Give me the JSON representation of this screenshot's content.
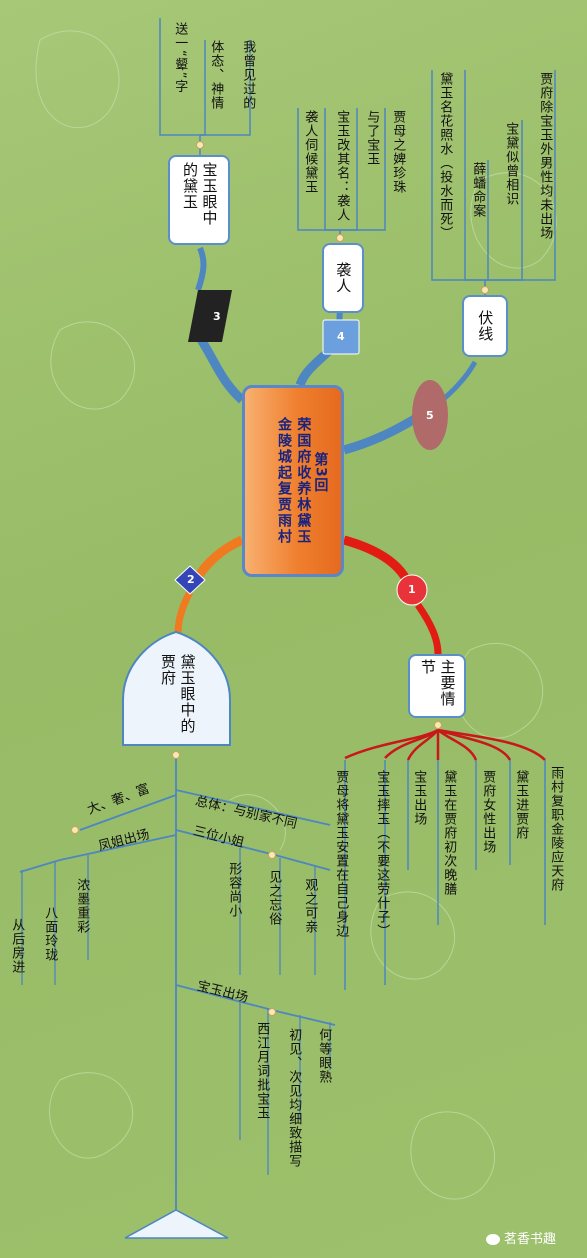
{
  "central": {
    "line1": "第3回",
    "line2": "金陵城起复贾雨村",
    "line3": "荣国府收养林黛玉"
  },
  "branch1": {
    "number": "1",
    "title": "主要情节",
    "items": [
      "雨村复职金陵应天府",
      "黛玉进贾府",
      "贾府女性出场",
      "黛玉在贾府初次晚膳",
      "宝玉出场",
      "宝玉摔玉（不要这劳什子）",
      "贾母将黛玉安置在自己身边"
    ]
  },
  "branch2": {
    "number": "2",
    "title": "黛玉眼中的贾府",
    "items": {
      "overall": {
        "label": "总体：与别家不同",
        "sub": "大、奢、富"
      },
      "sisters": {
        "label": "三位小姐",
        "children": [
          "观之可亲",
          "见之忘俗",
          "形容尚小"
        ]
      },
      "fengjie": {
        "label": "凤姐出场",
        "children": [
          "浓墨重彩",
          "八面玲珑",
          "从后房进"
        ]
      },
      "baoyu": {
        "label": "宝玉出场",
        "children": [
          "何等眼熟",
          "初见、次见均细致描写",
          "西江月词批宝玉"
        ]
      }
    }
  },
  "branch3": {
    "number": "3",
    "title": "宝玉眼中的黛玉",
    "items": [
      "我曾见过的",
      "体态、神情",
      "送一“颦”字"
    ]
  },
  "branch4": {
    "number": "4",
    "title": "袭人",
    "items": [
      "贾母之婢珍珠",
      "与了宝玉",
      "宝玉改其名：袭人",
      "袭人伺候黛玉"
    ]
  },
  "branch5": {
    "number": "5",
    "title": "伏线",
    "items": [
      "贾府除宝玉外男性均未出场",
      "宝黛似曾相识",
      "薛蟠命案",
      "黛玉名花照水（投水而死）"
    ]
  },
  "watermark": "茗香书趣"
}
